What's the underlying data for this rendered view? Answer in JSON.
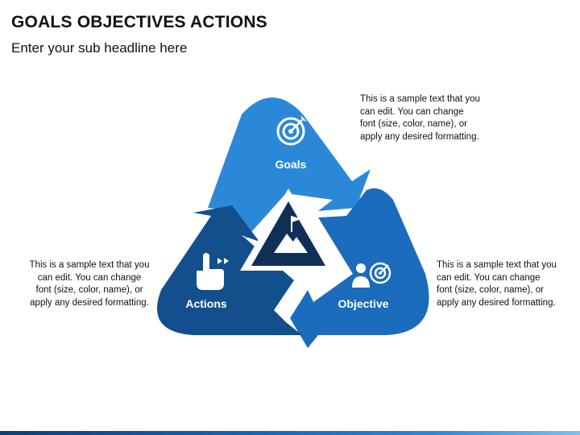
{
  "header": {
    "title": "GOALS OBJECTIVES ACTIONS",
    "subtitle": "Enter your sub headline here"
  },
  "segments": {
    "goals": {
      "label": "Goals",
      "icon": "target-icon",
      "color": "#2b88d8"
    },
    "objective": {
      "label": "Objective",
      "icon": "person-target-icon",
      "color": "#1b6cbd"
    },
    "actions": {
      "label": "Actions",
      "icon": "hand-pointer-icon",
      "color": "#124f8c"
    }
  },
  "center": {
    "icon": "mountain-flag-icon",
    "color": "#0f2f57"
  },
  "notes": {
    "top_right": "This is a sample text that you can edit. You can change font (size, color, name), or apply any desired formatting.",
    "middle_right": "This is a sample text that you can edit. You can change font (size, color, name), or apply any desired formatting.",
    "middle_left": "This is a sample text that you can edit. You can change font (size, color, name), or apply any desired formatting."
  }
}
